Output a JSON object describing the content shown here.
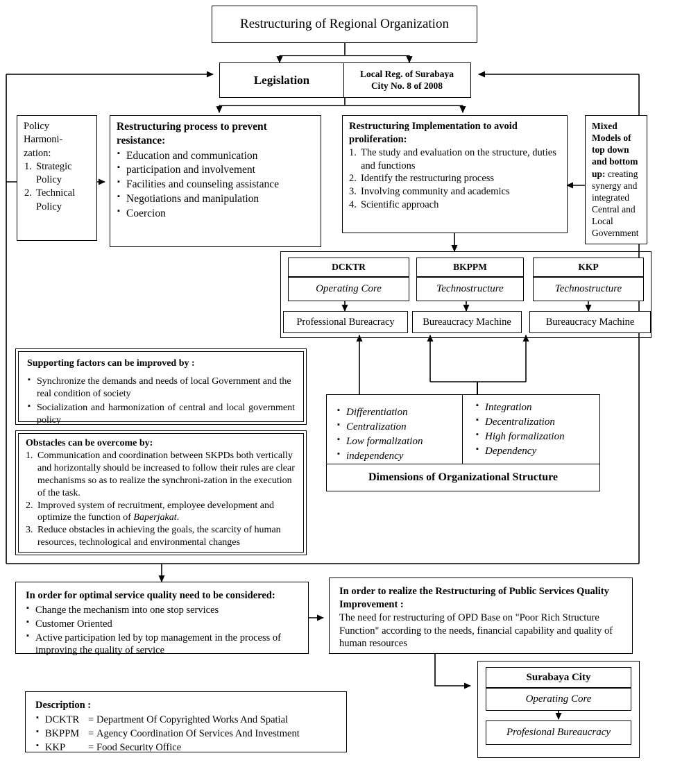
{
  "title_box": {
    "label": "Restructuring of Regional Organization"
  },
  "legislation": {
    "left_label": "Legislation",
    "right_label_line1": "Local Reg. of Surabaya",
    "right_label_line2": "City No. 8 of 2008"
  },
  "policy_harmonization": {
    "heading_line1": "Policy",
    "heading_line2": "Harmoni-",
    "heading_line3": "zation:",
    "items": [
      "Strategic Policy",
      "Technical Policy"
    ]
  },
  "restructuring_process": {
    "heading": "Restructuring process to prevent resistance:",
    "items": [
      "Education and communication",
      "participation and involvement",
      "Facilities and counseling assistance",
      "Negotiations and manipulation",
      "Coercion"
    ]
  },
  "restructuring_implementation": {
    "heading": "Restructuring Implementation to avoid proliferation:",
    "items": [
      "The study and evaluation on the structure, duties and functions",
      "Identify the restructuring process",
      "Involving community and academics",
      "Scientific approach"
    ]
  },
  "mixed_models": {
    "bold_part": "Mixed Models of top down and bottom up:",
    "rest_part": " creating synergy and integrated Central and Local Government"
  },
  "org_units": [
    {
      "name": "DCKTR",
      "part": "Operating Core",
      "config": "Professional Bureacracy"
    },
    {
      "name": "BKPPM",
      "part": "Technostructure",
      "config": "Bureaucracy Machine"
    },
    {
      "name": "KKP",
      "part": "Technostructure",
      "config": "Bureaucracy Machine"
    }
  ],
  "supporting_factors": {
    "heading": "Supporting factors can be improved by :",
    "items": [
      "Synchronize the demands and needs of local Government and the real condition of society",
      "Socialization and harmonization of central and local government policy"
    ]
  },
  "obstacles": {
    "heading": "Obstacles can be overcome by:",
    "item1": "Communication and coordination between SKPDs both vertically and horizontally should be increased to follow their rules are clear mechanisms so as to realize the synchroni-zation in the execution of the task.",
    "item2_a": "Improved system of recruitment, employee development and optimize the function of ",
    "item2_italic": "Baperjakat",
    "item2_b": ".",
    "item3": "Reduce obstacles in achieving the goals, the scarcity of human resources, technological and environmental changes"
  },
  "dimensions": {
    "title": "Dimensions  of  Organizational  Structure",
    "left_items": [
      "Differentiation",
      "Centralization",
      "Low formalization",
      "independency"
    ],
    "right_items": [
      "Integration",
      "Decentralization",
      "High formalization",
      "Dependency"
    ]
  },
  "service_quality": {
    "heading": "In order for optimal service quality need to be considered:",
    "items": [
      "Change the mechanism into one stop services",
      "Customer Oriented",
      "Active participation led by top management in the process of improving the quality of service"
    ]
  },
  "public_services": {
    "heading": "In order to realize the Restructuring of Public Services Quality Improvement :",
    "body": "The need for restructuring of OPD Base on \"Poor Rich Structure Function\" according to the needs, financial capability and quality of human resources"
  },
  "surabaya_city": {
    "name": "Surabaya City",
    "part": "Operating Core",
    "config": "Profesional Bureaucracy"
  },
  "description": {
    "heading": "Description :",
    "rows": [
      {
        "abbr": "DCKTR",
        "eq": "=",
        "text": "Department Of Copyrighted Works And Spatial"
      },
      {
        "abbr": "BKPPM",
        "eq": "=",
        "text": "Agency Coordination Of Services And Investment"
      },
      {
        "abbr": "KKP",
        "eq": "=",
        "text": "Food Security Office"
      }
    ]
  }
}
